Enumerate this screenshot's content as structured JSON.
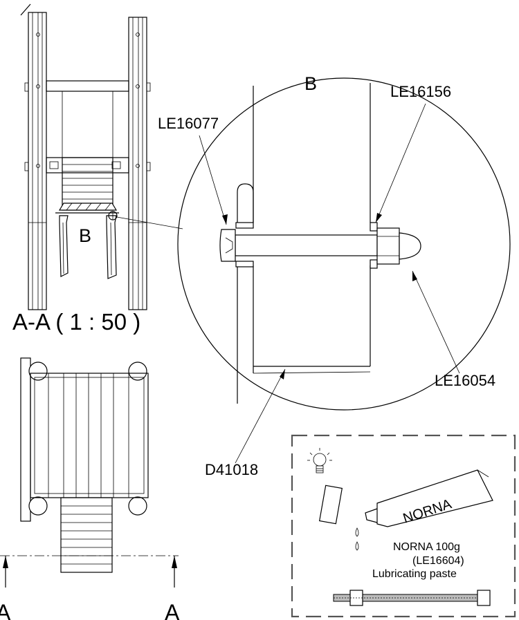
{
  "labels": {
    "detail_title": "B",
    "detail_marker": "B",
    "section_title": "A-A ( 1 : 50 )",
    "section_mark_left": "A",
    "section_mark_right": "A",
    "part_bolt": "LE16077",
    "part_washer": "LE16156",
    "part_nut": "LE16054",
    "part_profile": "D41018"
  },
  "lubricant_note": {
    "tube_brand": "NORNA",
    "line1": "NORNA 100g",
    "line2": "(LE16604)",
    "line3": "Lubricating paste"
  },
  "icons": [
    "lightbulb-icon",
    "lubricant-tube-icon",
    "cap-icon",
    "drop-icon",
    "threaded-rod-icon"
  ]
}
